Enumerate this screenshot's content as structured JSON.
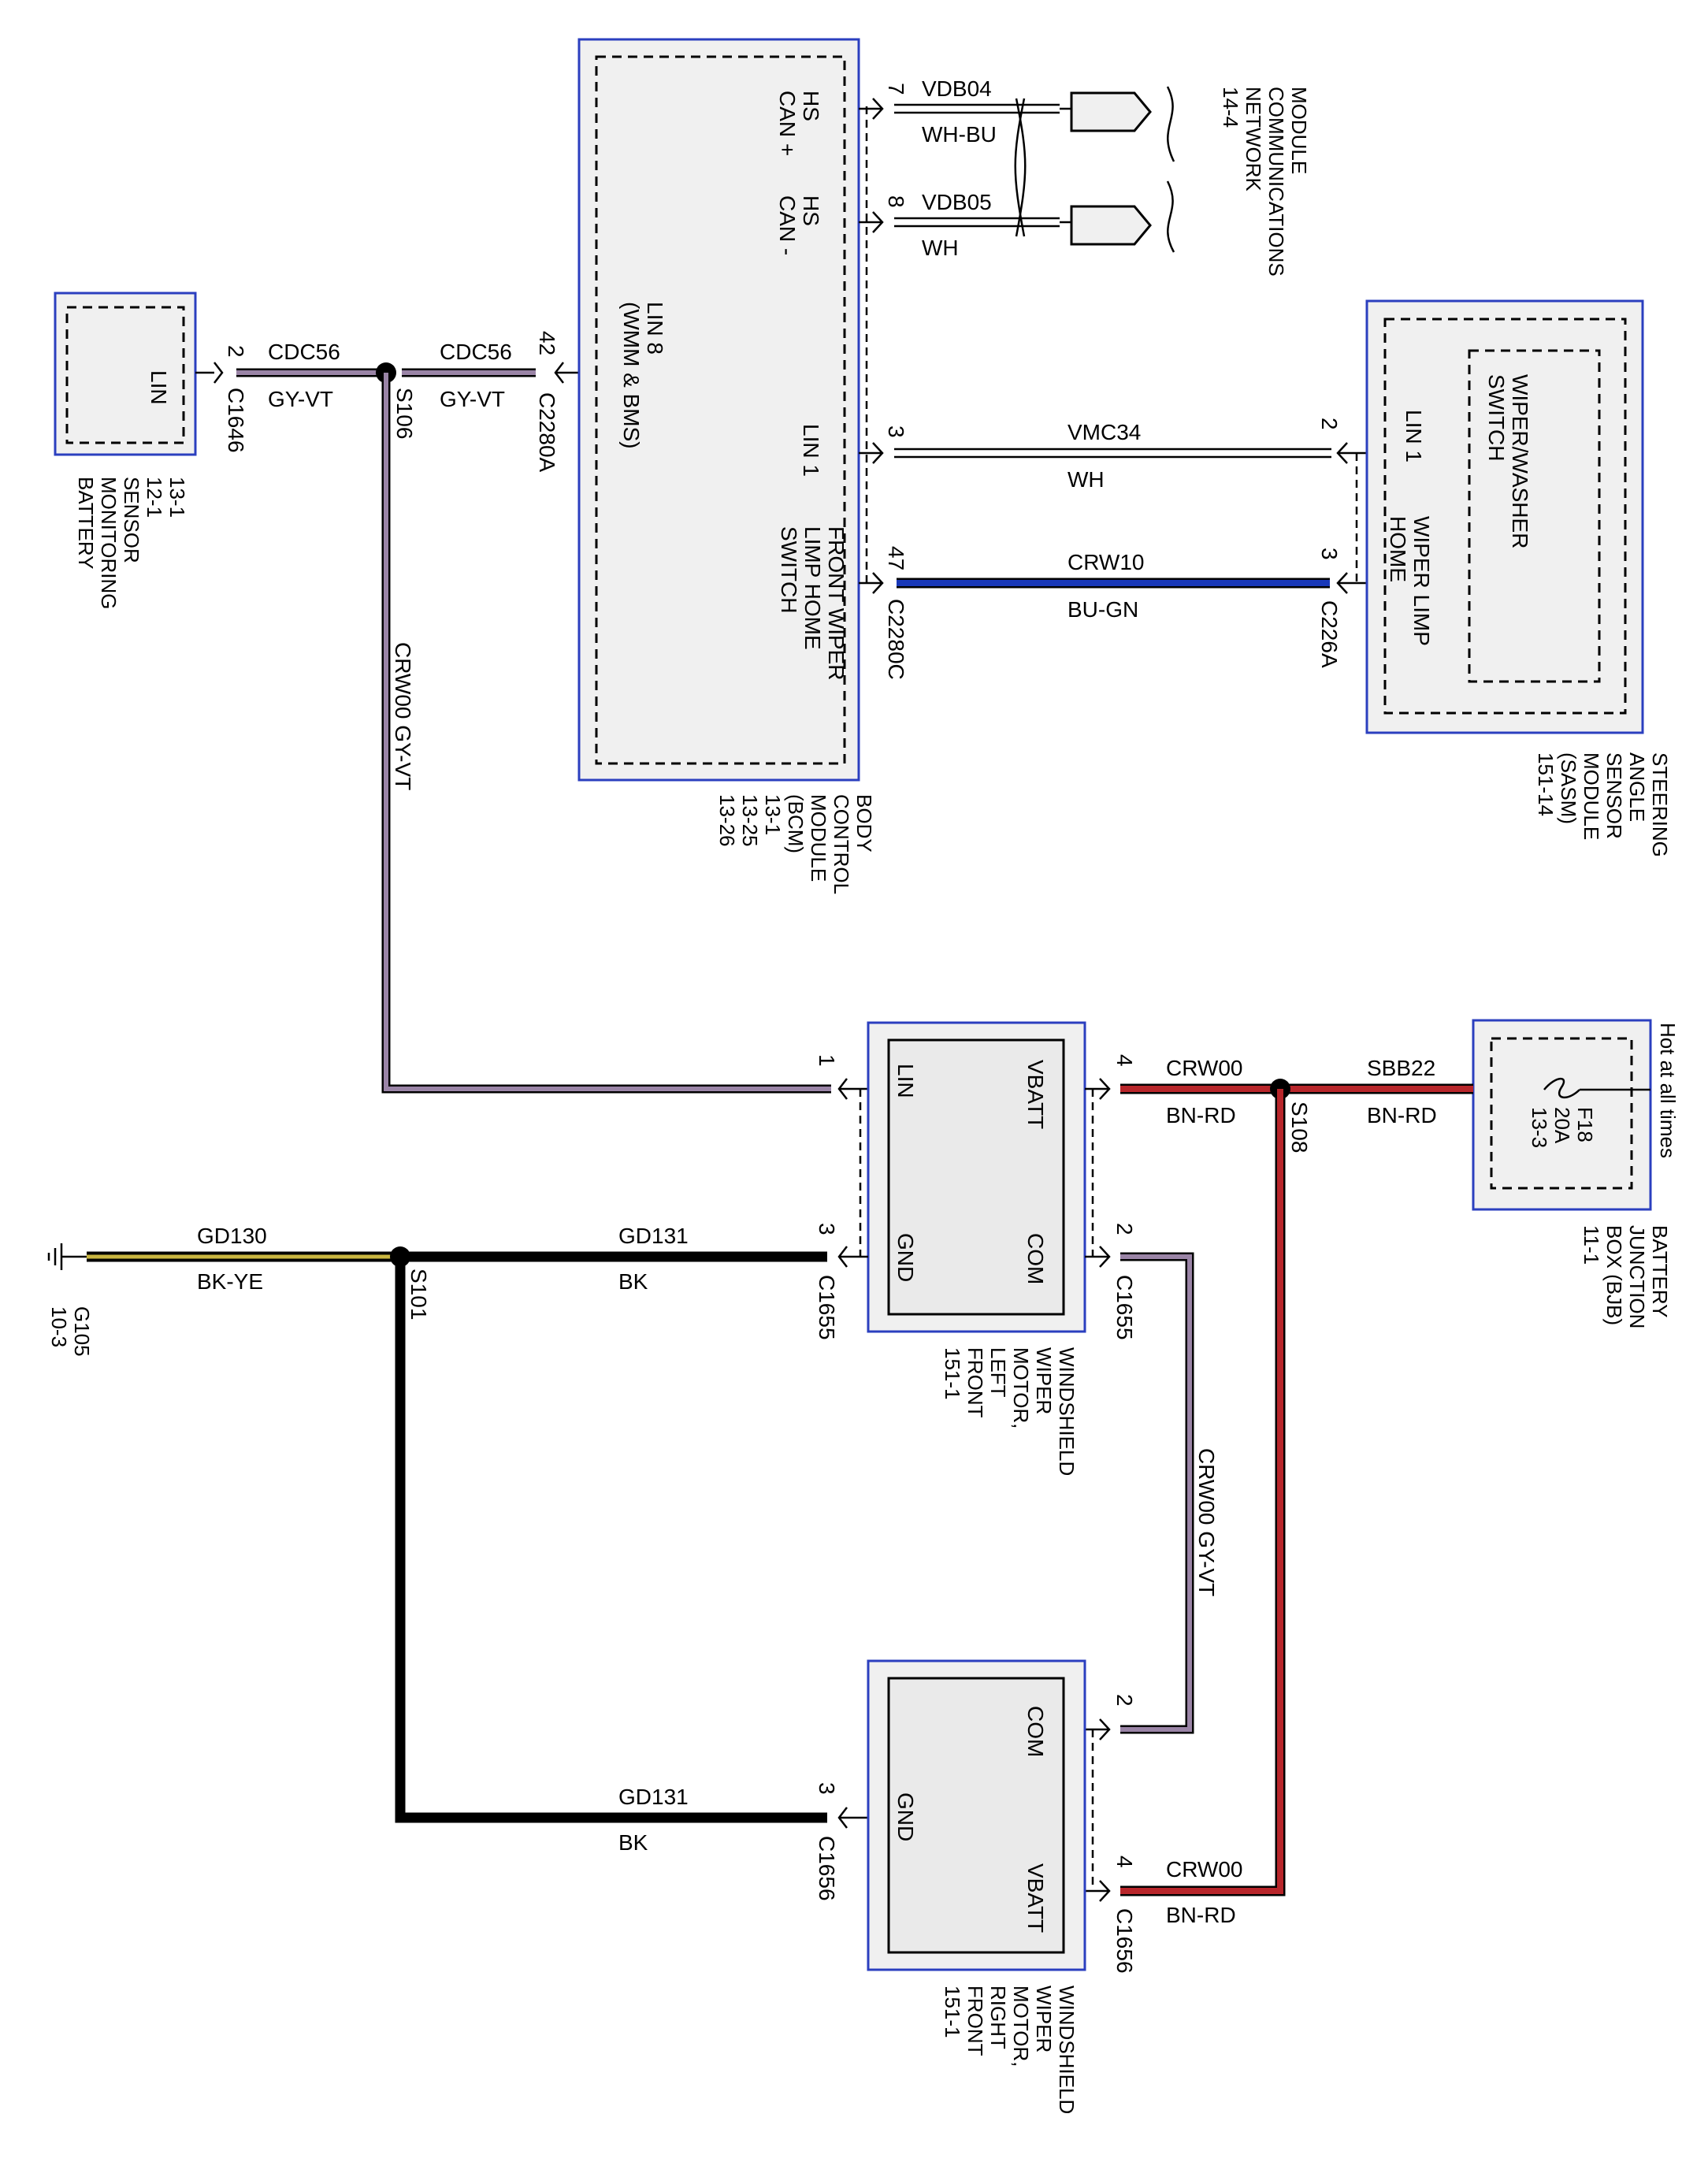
{
  "modules": {
    "bcm": {
      "name": [
        "BODY",
        "CONTROL",
        "MODULE",
        "(BCM)",
        "13-1",
        "13-25",
        "13-26"
      ],
      "pin_hs_can_plus": [
        "HS",
        "CAN +"
      ],
      "pin_hs_can_minus": [
        "HS",
        "CAN -"
      ],
      "pin_lin8": [
        "LIN 8",
        "(WMM & BMS)"
      ],
      "pin_lin1": "LIN 1",
      "pin_front_wiper": [
        "FRONT WIPER",
        "LIMP HOME",
        "SWITCH"
      ]
    },
    "bms": {
      "name": [
        "BATTERY",
        "MONITORING",
        "SENSOR",
        "12-1",
        "13-1"
      ],
      "pin_lin": "LIN"
    },
    "mcn": {
      "name": [
        "MODULE",
        "COMMUNICATIONS",
        "NETWORK",
        "14-4"
      ]
    },
    "sasm": {
      "name": [
        "STEERING",
        "ANGLE",
        "SENSOR",
        "MODULE",
        "(SASM)",
        "151-14"
      ],
      "inner": [
        "WIPER/WASHER",
        "SWITCH"
      ],
      "pin_lin1": "LIN 1",
      "pin_wiper_limp": [
        "WIPER LIMP",
        "HOME"
      ]
    },
    "bjb": {
      "name": [
        "BATTERY",
        "JUNCTION",
        "BOX (BJB)",
        "11-1"
      ],
      "hot": "Hot at all times",
      "fuse": [
        "F18",
        "20A",
        "13-3"
      ]
    },
    "wiper_left": {
      "name": [
        "WINDSHIELD",
        "WIPER",
        "MOTOR,",
        "LEFT",
        "FRONT",
        "151-1"
      ],
      "pin_lin": "LIN",
      "pin_vbatt": "VBATT",
      "pin_gnd": "GND",
      "pin_com": "COM"
    },
    "wiper_right": {
      "name": [
        "WINDSHIELD",
        "WIPER",
        "MOTOR,",
        "RIGHT",
        "FRONT",
        "151-1"
      ],
      "pin_com": "COM",
      "pin_gnd": "GND",
      "pin_vbatt": "VBATT"
    },
    "ground": {
      "name": [
        "G105",
        "10-3"
      ]
    }
  },
  "circuits": {
    "vdb04": {
      "circuit": "VDB04",
      "color": "WH-BU",
      "pin": "7"
    },
    "vdb05": {
      "circuit": "VDB05",
      "color": "WH",
      "pin": "8"
    },
    "vmc34": {
      "circuit": "VMC34",
      "color": "WH",
      "pin_bcm": "3",
      "pin_sasm": "2"
    },
    "crw10": {
      "circuit": "CRW10",
      "color": "BU-GN",
      "pin_bcm": "47",
      "pin_sasm": "3"
    },
    "cdc56_a": {
      "circuit": "CDC56",
      "color": "GY-VT",
      "pin": "2"
    },
    "cdc56_b": {
      "circuit": "CDC56",
      "color": "GY-VT",
      "pin": "42"
    },
    "crw00_lin": {
      "label": "CRW00  GY-VT",
      "pin": "1"
    },
    "crw00_vbatt_l": {
      "circuit": "CRW00",
      "color": "BN-RD",
      "pin": "4"
    },
    "sbb22": {
      "circuit": "SBB22",
      "color": "BN-RD"
    },
    "gd130": {
      "circuit": "GD130",
      "color": "BK-YE"
    },
    "gd131_l": {
      "circuit": "GD131",
      "color": "BK",
      "pin": "3"
    },
    "crw00_com": {
      "label": "CRW00  GY-VT",
      "pin_l": "2",
      "pin_r": "2"
    },
    "gd131_r": {
      "circuit": "GD131",
      "color": "BK",
      "pin": "3"
    },
    "crw00_vbatt_r": {
      "circuit": "CRW00",
      "color": "BN-RD",
      "pin": "4"
    }
  },
  "connectors": {
    "c1646": "C1646",
    "c2280a": "C2280A",
    "c2280c": "C2280C",
    "c226a": "C226A",
    "c1655_l": "C1655",
    "c1655_r": "C1655",
    "c1655_gnd": "C1655",
    "c1656_gnd": "C1656",
    "c1656_vbatt": "C1656"
  },
  "splices": {
    "s106": "S106",
    "s108": "S108",
    "s101": "S101"
  },
  "colors": {
    "gy_vt": "#9a84a6",
    "bn_rd": "#b8262b",
    "bu_gn": "#1838b8",
    "bk": "#000000",
    "bk_ye": "#c9b640",
    "box_border": "#2b3fbf"
  }
}
